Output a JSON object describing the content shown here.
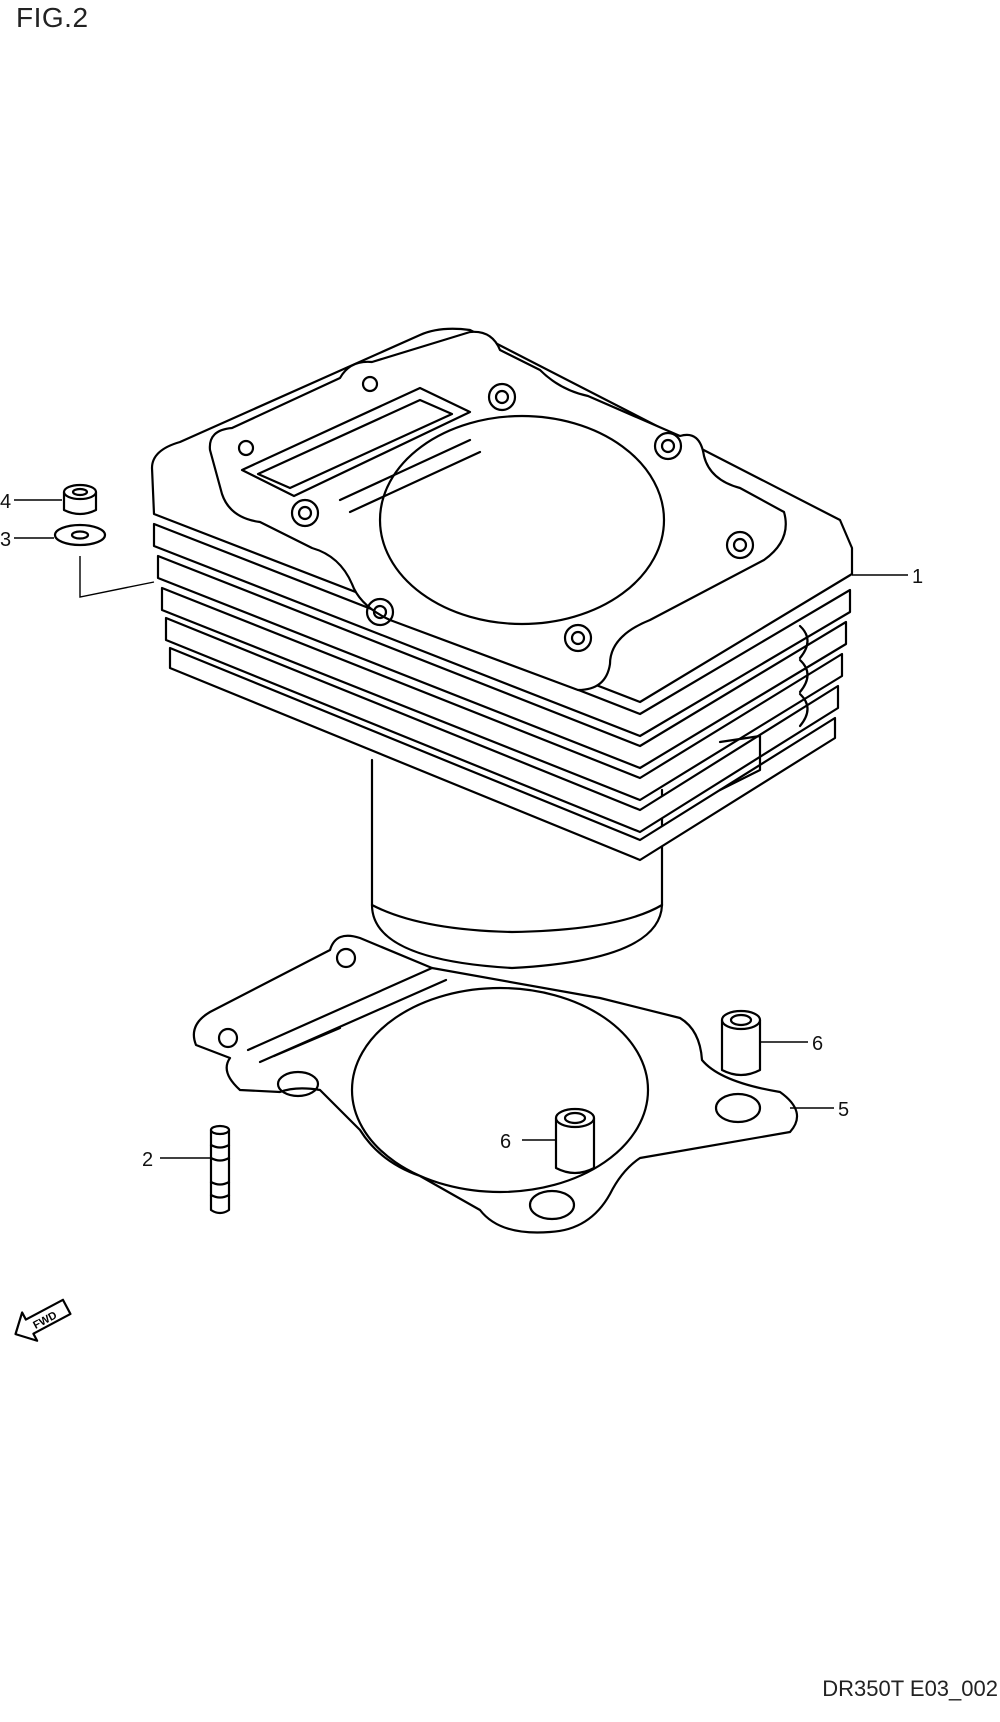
{
  "figure": {
    "title": "FIG.2",
    "code": "DR350T E03_002"
  },
  "callouts": {
    "c1": "1",
    "c2": "2",
    "c3": "3",
    "c4": "4",
    "c5": "5",
    "c6a": "6",
    "c6b": "6"
  },
  "fwd_arrow": {
    "label": "FWD",
    "icon": "forward-arrow-icon"
  }
}
